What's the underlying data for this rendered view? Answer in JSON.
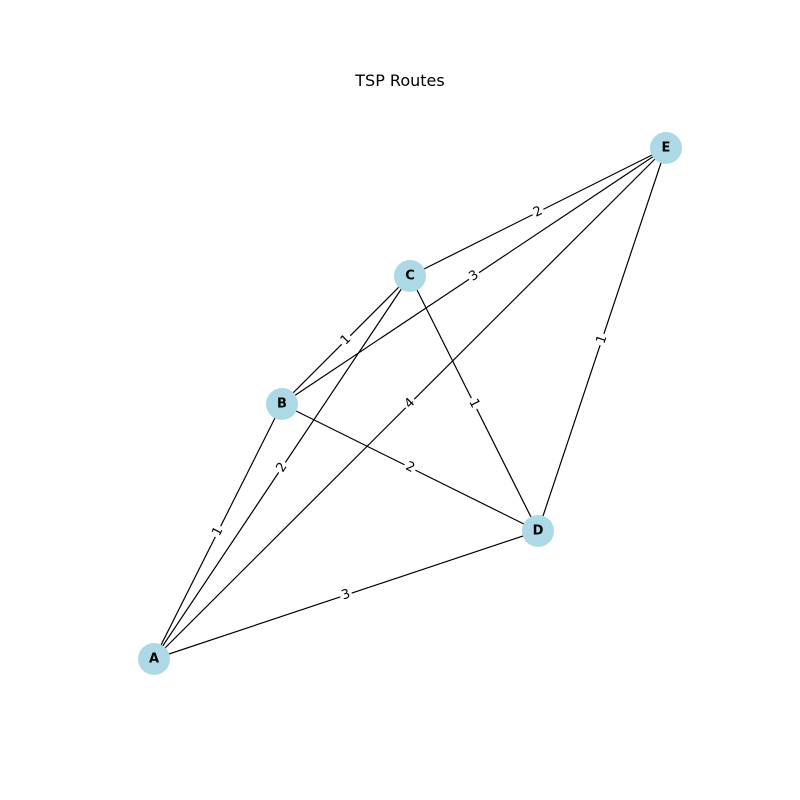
{
  "title": "TSP Routes",
  "colors": {
    "node_fill": "#add8e6",
    "edge_stroke": "#000000",
    "label_background": "#ffffff",
    "text": "#000000"
  },
  "nodes": [
    {
      "id": "A",
      "label": "A"
    },
    {
      "id": "B",
      "label": "B"
    },
    {
      "id": "C",
      "label": "C"
    },
    {
      "id": "D",
      "label": "D"
    },
    {
      "id": "E",
      "label": "E"
    }
  ],
  "edges": [
    {
      "source": "A",
      "target": "B",
      "weight": "1"
    },
    {
      "source": "A",
      "target": "C",
      "weight": "2"
    },
    {
      "source": "A",
      "target": "D",
      "weight": "3"
    },
    {
      "source": "A",
      "target": "E",
      "weight": "4"
    },
    {
      "source": "B",
      "target": "C",
      "weight": "1"
    },
    {
      "source": "B",
      "target": "D",
      "weight": "2"
    },
    {
      "source": "B",
      "target": "E",
      "weight": "3"
    },
    {
      "source": "C",
      "target": "D",
      "weight": "1"
    },
    {
      "source": "C",
      "target": "E",
      "weight": "2"
    },
    {
      "source": "D",
      "target": "E",
      "weight": "1"
    }
  ]
}
